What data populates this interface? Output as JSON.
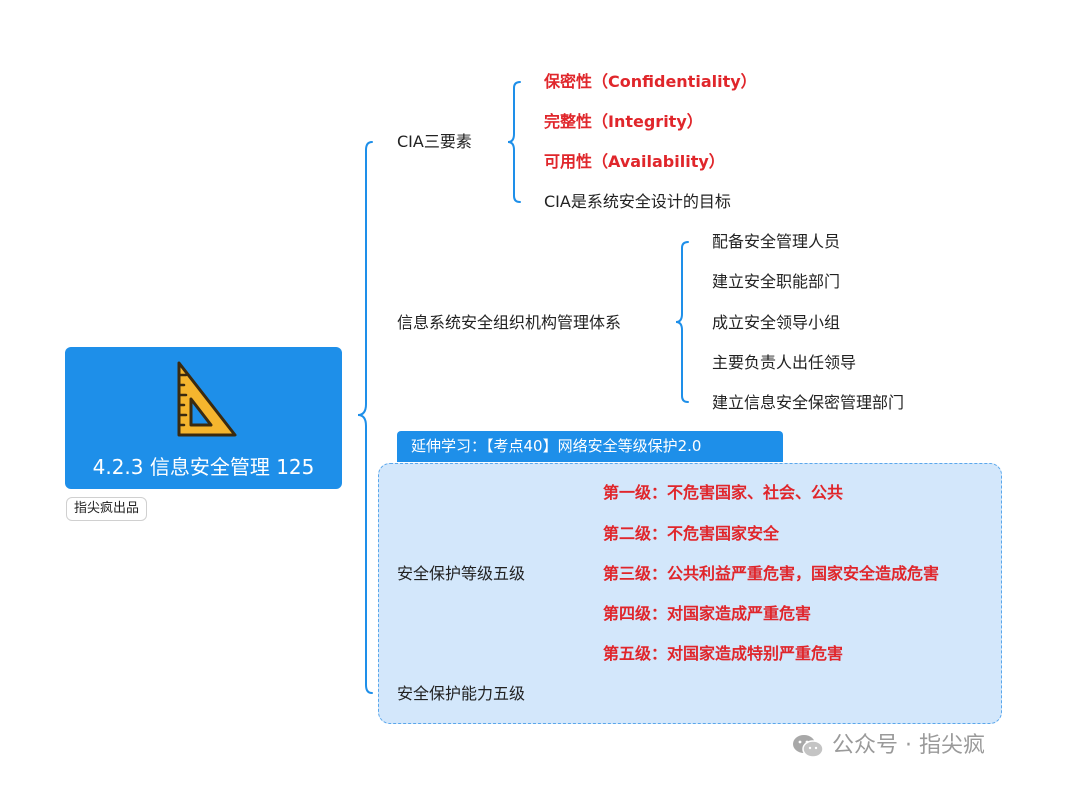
{
  "root": {
    "title": "4.2.3  信息安全管理 125",
    "icon": "ruler-triangle-icon",
    "badge": "指尖疯出品"
  },
  "colors": {
    "accent": "#1e8fe9",
    "red": "#e0262b",
    "extension_bg": "#d3e7fb"
  },
  "branches": {
    "cia": {
      "label": "CIA三要素",
      "items": [
        {
          "text": "保密性（Confidentiality）",
          "highlight": true
        },
        {
          "text": "完整性（Integrity）",
          "highlight": true
        },
        {
          "text": "可用性（Availability）",
          "highlight": true
        },
        {
          "text": "CIA是系统安全设计的目标",
          "highlight": false
        }
      ]
    },
    "org": {
      "label": "信息系统安全组织机构管理体系",
      "items": [
        {
          "text": "配备安全管理人员"
        },
        {
          "text": "建立安全职能部门"
        },
        {
          "text": "成立安全领导小组"
        },
        {
          "text": "主要负责人出任领导"
        },
        {
          "text": "建立信息安全保密管理部门"
        }
      ]
    },
    "extension": {
      "title": "延伸学习：【考点40】网络安全等级保护2.0",
      "levels_label": "安全保护等级五级",
      "levels": [
        {
          "text": "第一级：不危害国家、社会、公共"
        },
        {
          "text": "第二级：不危害国家安全"
        },
        {
          "text": "第三级：公共利益严重危害，国家安全造成危害"
        },
        {
          "text": "第四级：对国家造成严重危害"
        },
        {
          "text": "第五级：对国家造成特别严重危害"
        }
      ],
      "ability_label": "安全保护能力五级"
    }
  },
  "watermark": {
    "text": "公众号 · 指尖疯",
    "icon": "wechat-icon"
  }
}
